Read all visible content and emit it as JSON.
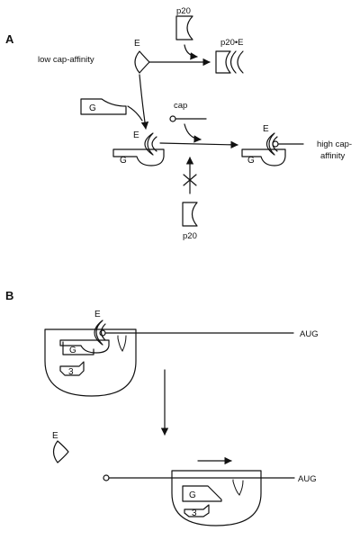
{
  "panel_a": {
    "letter": "A",
    "label_e": "E",
    "label_p20": "p20",
    "label_p20_e": "p20•E",
    "label_low": "low cap-affinity",
    "label_cap": "cap",
    "label_high_1": "high cap-",
    "label_high_2": "affinity",
    "label_g": "G"
  },
  "panel_b": {
    "letter": "B",
    "label_e": "E",
    "label_g": "G",
    "label_3": "3",
    "label_aug": "AUG"
  },
  "colors": {
    "ink": "#111111",
    "background": "#ffffff"
  }
}
